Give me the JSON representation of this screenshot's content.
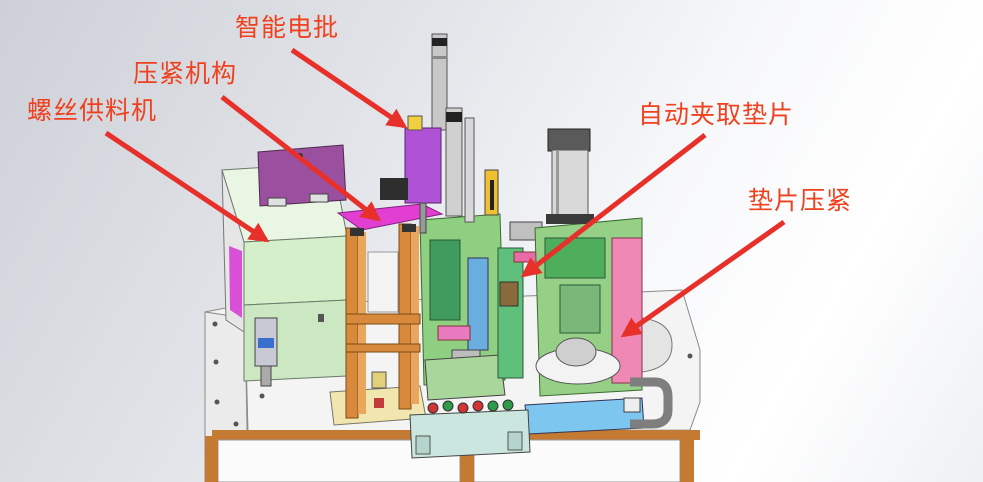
{
  "figure": {
    "labels": {
      "electric_screwdriver": "智能电批",
      "pressing_mechanism": "压紧机构",
      "screw_feeder": "螺丝供料机",
      "auto_gasket_pickup": "自动夹取垫片",
      "gasket_pressing": "垫片压紧"
    }
  },
  "colors": {
    "label_text": "#f0401e",
    "arrow": "#e8302a"
  }
}
